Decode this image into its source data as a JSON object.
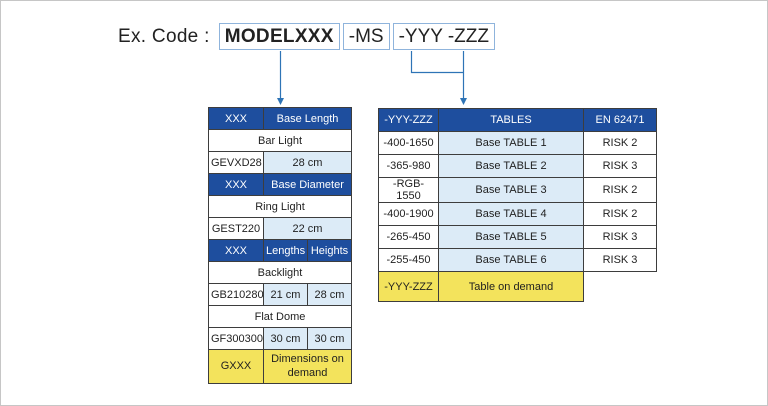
{
  "header": {
    "ex_code_label": "Ex. Code :",
    "model": "MODELXXX",
    "ms": "-MS",
    "yyy_zzz": "-YYY -ZZZ"
  },
  "left_table": {
    "rows": [
      {
        "c0": "XXX",
        "c1": "Base Length"
      },
      {
        "c0": "Bar Light"
      },
      {
        "c0": "GEVXD28",
        "c1": "28 cm"
      },
      {
        "c0": "XXX",
        "c1": "Base Diameter"
      },
      {
        "c0": "Ring Light"
      },
      {
        "c0": "GEST220",
        "c1": "22 cm"
      },
      {
        "c0": "XXX",
        "c1": "Lengths",
        "c2": "Heights"
      },
      {
        "c0": "Backlight"
      },
      {
        "c0": "GB210280",
        "c1": "21 cm",
        "c2": "28 cm"
      },
      {
        "c0": "Flat Dome"
      },
      {
        "c0": "GF300300",
        "c1": "30 cm",
        "c2": "30 cm"
      },
      {
        "c0": "GXXX",
        "c1": "Dimensions on demand"
      }
    ]
  },
  "right_table": {
    "headers": [
      "-YYY-ZZZ",
      "TABLES",
      "EN 62471"
    ],
    "rows": [
      {
        "code": "-400-1650",
        "table": "Base TABLE 1",
        "risk": "RISK 2"
      },
      {
        "code": "-365-980",
        "table": "Base TABLE 2",
        "risk": "RISK 3"
      },
      {
        "code": "-RGB-1550",
        "table": "Base TABLE 3",
        "risk": "RISK 2"
      },
      {
        "code": "-400-1900",
        "table": "Base TABLE 4",
        "risk": "RISK 2"
      },
      {
        "code": "-265-450",
        "table": "Base TABLE 5",
        "risk": "RISK 3"
      },
      {
        "code": "-255-450",
        "table": "Base TABLE 6",
        "risk": "RISK 3"
      }
    ],
    "demand": {
      "code": "-YYY-ZZZ",
      "label": "Table on demand"
    }
  },
  "colors": {
    "header_blue": "#1e4e9e",
    "cell_light_blue": "#dcebf7",
    "demand_yellow": "#f3e35c",
    "connector_blue": "#2e74b6",
    "code_box_border": "#8fb4dc"
  }
}
